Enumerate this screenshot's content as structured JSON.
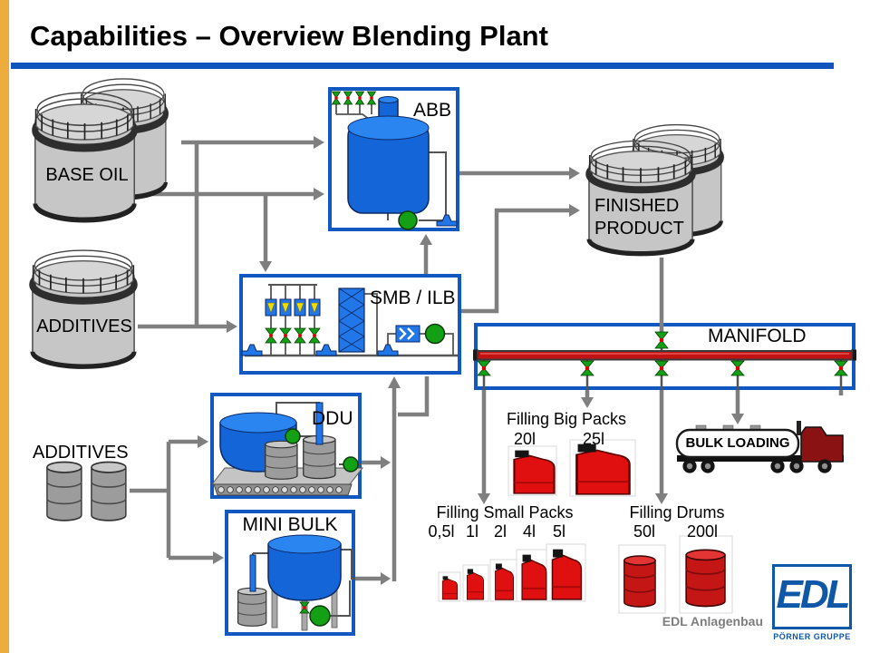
{
  "slide": {
    "title": "Capabilities – Overview Blending Plant",
    "footer": "EDL Anlagenbau",
    "logo": {
      "name": "EDL",
      "group": "PÖRNER GRUPPE"
    }
  },
  "colors": {
    "accent_bar": "#EDAD3C",
    "title_rule_blue": "#1055BE",
    "unit_box_border_blue": "#1159C1",
    "flow_line_gray": "#7F7F7F",
    "manifold_pipe_red": "#C21212",
    "equipment_blue": "#1465D8",
    "pump_green": "#14A014",
    "product_red": "#E01010",
    "edl_logo_blue": "#0F57A7"
  },
  "nodes": {
    "base_oil": {
      "label": "BASE OIL"
    },
    "additives_tank": {
      "label": "ADDITIVES"
    },
    "additives_drums": {
      "label": "ADDITIVES"
    },
    "abb": {
      "label": "ABB"
    },
    "smb_ilb": {
      "label": "SMB / ILB"
    },
    "ddu": {
      "label": "DDU"
    },
    "mini_bulk": {
      "label": "MINI BULK"
    },
    "finished_product": {
      "lines": [
        "FINISHED",
        "PRODUCT"
      ]
    },
    "manifold": {
      "label": "MANIFOLD"
    },
    "bulk_loading": {
      "label": "BULK LOADING"
    }
  },
  "filling": {
    "big_packs": {
      "title": "Filling Big Packs",
      "sizes": [
        "20l",
        "25l"
      ]
    },
    "small_packs": {
      "title": "Filling Small Packs",
      "sizes": [
        "0,5l",
        "1l",
        "2l",
        "4l",
        "5l"
      ]
    },
    "drums": {
      "title": "Filling Drums",
      "sizes": [
        "50l",
        "200l"
      ]
    }
  }
}
